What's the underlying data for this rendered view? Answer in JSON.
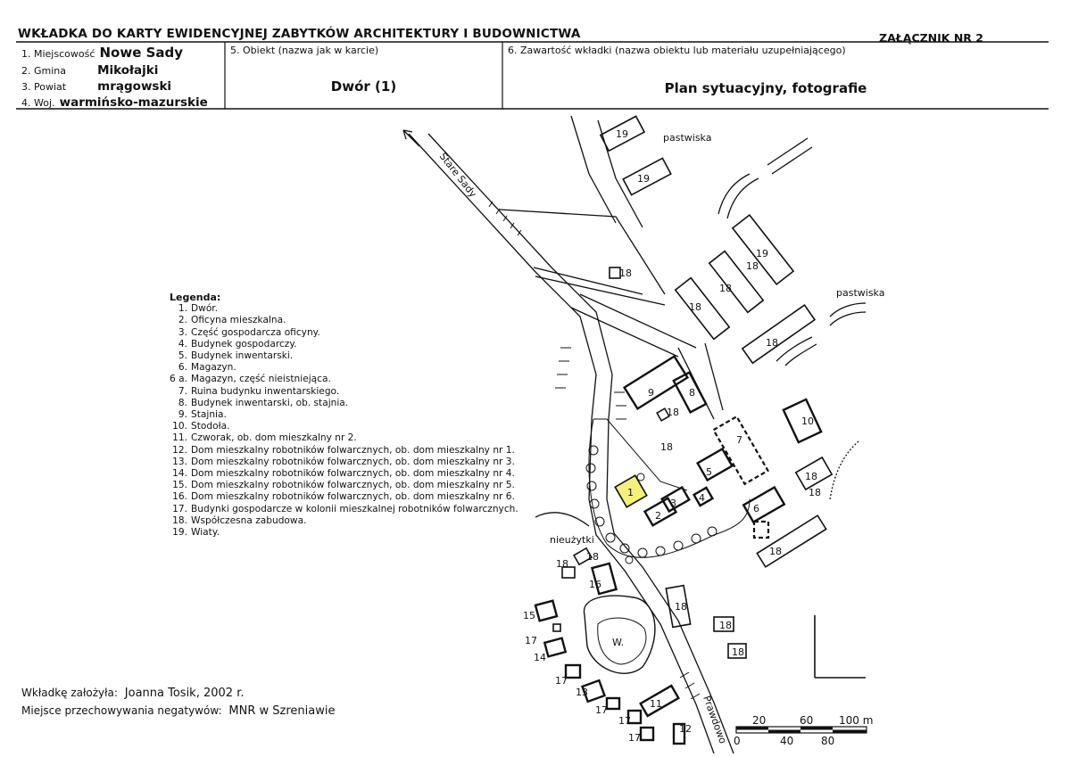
{
  "header": {
    "title": "WKŁADKA DO KARTY EWIDENCYJNEJ ZABYTKÓW ARCHITEKTURY I BUDOWNICTWA",
    "annex": "ZAŁĄCZNIK NR 2"
  },
  "location": {
    "miejscowosc_label": "1. Miejscowość",
    "miejscowosc_value": "Nowe Sady",
    "gmina_label": "2. Gmina",
    "gmina_value": "Mikołajki",
    "powiat_label": "3. Powiat",
    "powiat_value": "mrągowski",
    "woj_label": "4. Woj.",
    "woj_value": "warmińsko-mazurskie"
  },
  "object": {
    "label": "5. Obiekt (nazwa jak w karcie)",
    "value": "Dwór (1)"
  },
  "contents": {
    "label": "6. Zawartość wkładki (nazwa obiektu lub materiału uzupełniającego)",
    "value": "Plan sytuacyjny, fotografie"
  },
  "legend": {
    "title": "Legenda:",
    "items": [
      {
        "n": "1.",
        "text": "Dwór."
      },
      {
        "n": "2.",
        "text": "Oficyna mieszkalna."
      },
      {
        "n": "3.",
        "text": "Część gospodarcza oficyny."
      },
      {
        "n": "4.",
        "text": "Budynek gospodarczy."
      },
      {
        "n": "5.",
        "text": "Budynek inwentarski."
      },
      {
        "n": "6.",
        "text": "Magazyn."
      },
      {
        "n": "6 a.",
        "text": "Magazyn, część nieistniejąca."
      },
      {
        "n": "7.",
        "text": "Ruina budynku inwentarskiego."
      },
      {
        "n": "8.",
        "text": "Budynek inwentarski, ob. stajnia."
      },
      {
        "n": "9.",
        "text": "Stajnia."
      },
      {
        "n": "10.",
        "text": "Stodoła."
      },
      {
        "n": "11.",
        "text": "Czworak, ob. dom mieszkalny nr 2."
      },
      {
        "n": "12.",
        "text": "Dom mieszkalny robotników folwarcznych, ob. dom mieszkalny nr 1."
      },
      {
        "n": "13.",
        "text": "Dom mieszkalny robotników folwarcznych, ob. dom mieszkalny nr 3."
      },
      {
        "n": "14.",
        "text": "Dom mieszkalny robotników folwarcznych, ob. dom mieszkalny nr 4."
      },
      {
        "n": "15.",
        "text": "Dom mieszkalny robotników folwarcznych, ob. dom mieszkalny nr 5."
      },
      {
        "n": "16.",
        "text": "Dom mieszkalny robotników folwarcznych, ob. dom mieszkalny nr 6."
      },
      {
        "n": "17.",
        "text": "Budynki gospodarcze w kolonii mieszkalnej robotników folwarcznych."
      },
      {
        "n": "18.",
        "text": "Współczesna zabudowa."
      },
      {
        "n": "19.",
        "text": "Wiaty."
      }
    ]
  },
  "map": {
    "labels": {
      "stare_sady": "Stare Sady",
      "pastwiska_top": "pastwiska",
      "pastwiska_right": "pastwiska",
      "nieuzytki": "nieużytki",
      "prawdowo": "Prawdowo",
      "pond": "W."
    },
    "highlight_color": "#f4f07a",
    "scale": {
      "top": [
        "20",
        "60",
        "100 m"
      ],
      "bottom": [
        "0",
        "40",
        "80"
      ]
    }
  },
  "footer": {
    "author_label": "Wkładkę założyła:",
    "author_value": "Joanna Tosik, 2002 r.",
    "storage_label": "Miejsce przechowywania negatywów:",
    "storage_value": "MNR w Szreniawie"
  }
}
